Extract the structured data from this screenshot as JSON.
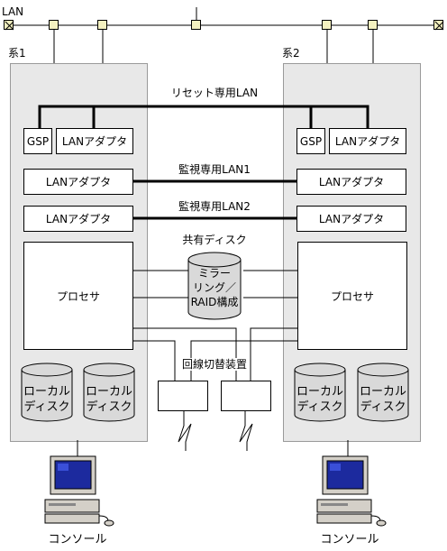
{
  "lan_label": "LAN",
  "sys1": {
    "label": "系1",
    "gsp": "GSP",
    "lan_adapter_top": "LANアダプタ",
    "lan_adapter_1": "LANアダプタ",
    "lan_adapter_2": "LANアダプタ",
    "processor": "プロセサ",
    "disk_a": [
      "ローカル",
      "ディスク"
    ],
    "disk_b": [
      "ローカル",
      "ディスク"
    ]
  },
  "sys2": {
    "label": "系2",
    "gsp": "GSP",
    "lan_adapter_top": "LANアダプタ",
    "lan_adapter_1": "LANアダプタ",
    "lan_adapter_2": "LANアダプタ",
    "processor": "プロセサ",
    "disk_a": [
      "ローカル",
      "ディスク"
    ],
    "disk_b": [
      "ローカル",
      "ディスク"
    ]
  },
  "reset_lan": "リセット専用LAN",
  "monitor_lan1": "監視専用LAN1",
  "monitor_lan2": "監視専用LAN2",
  "shared_disk": {
    "label": "共有ディスク",
    "text": [
      "ミラー",
      "リング／",
      "RAID構成"
    ]
  },
  "line_switch": "回線切替装置",
  "console_left": "コンソール",
  "console_right": "コンソール"
}
